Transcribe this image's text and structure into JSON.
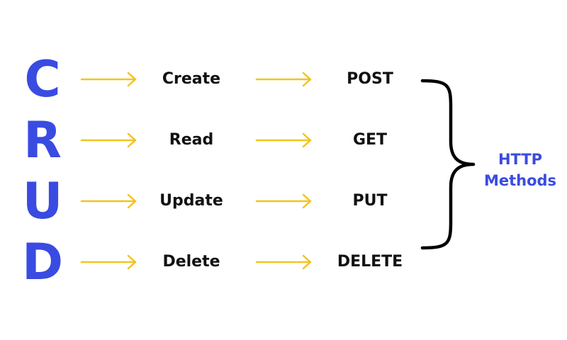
{
  "colors": {
    "accent": "#3a4be2",
    "arrow": "#f4c320",
    "text": "#111111",
    "brace": "#000000"
  },
  "rows": [
    {
      "letter": "C",
      "operation": "Create",
      "method": "POST"
    },
    {
      "letter": "R",
      "operation": "Read",
      "method": "GET"
    },
    {
      "letter": "U",
      "operation": "Update",
      "method": "PUT"
    },
    {
      "letter": "D",
      "operation": "Delete",
      "method": "DELETE"
    }
  ],
  "brace_label": {
    "line1": "HTTP",
    "line2": "Methods"
  }
}
